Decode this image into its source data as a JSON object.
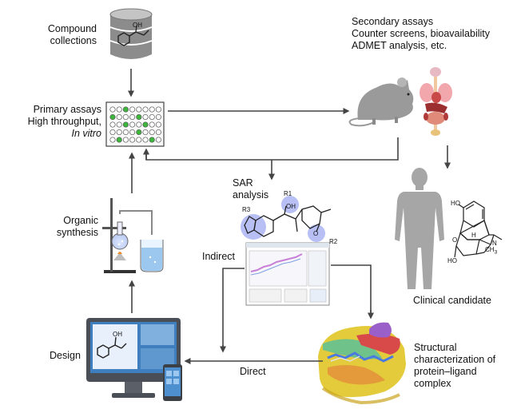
{
  "compound_collections": {
    "line1": "Compound",
    "line2": "collections",
    "db_label": "OH"
  },
  "primary_assays": {
    "line1": "Primary assays",
    "line2": "High throughput,",
    "line3": "In vitro"
  },
  "secondary_assays": {
    "line1": "Secondary assays",
    "line2": "Counter screens, bioavailability",
    "line3": "ADMET analysis, etc."
  },
  "sar": {
    "line1": "SAR",
    "line2": "analysis",
    "r1": "R1",
    "r2": "R2",
    "r3": "R3",
    "oh": "OH",
    "o": "O"
  },
  "organic_synthesis": {
    "line1": "Organic",
    "line2": "synthesis"
  },
  "indirect_label": "Indirect",
  "direct_label": "Direct",
  "design_label": "Design",
  "design_oh": "OH",
  "structural": {
    "line1": "Structural",
    "line2": "characterization of",
    "line3": "protein–ligand",
    "line4": "complex"
  },
  "clinical_candidate": "Clinical candidate",
  "morphine": {
    "ho_top": "HO",
    "ho_bottom": "HO",
    "o": "O",
    "h": "H",
    "n": "N",
    "ch3": "CH",
    "ch3_sub": "3"
  },
  "colors": {
    "arrow": "#444444",
    "well_green": "#3db83d",
    "screen_blue": "#2f6fb3",
    "blob_blue": "#9aa7ee",
    "body_gray": "#a6a6a6"
  }
}
